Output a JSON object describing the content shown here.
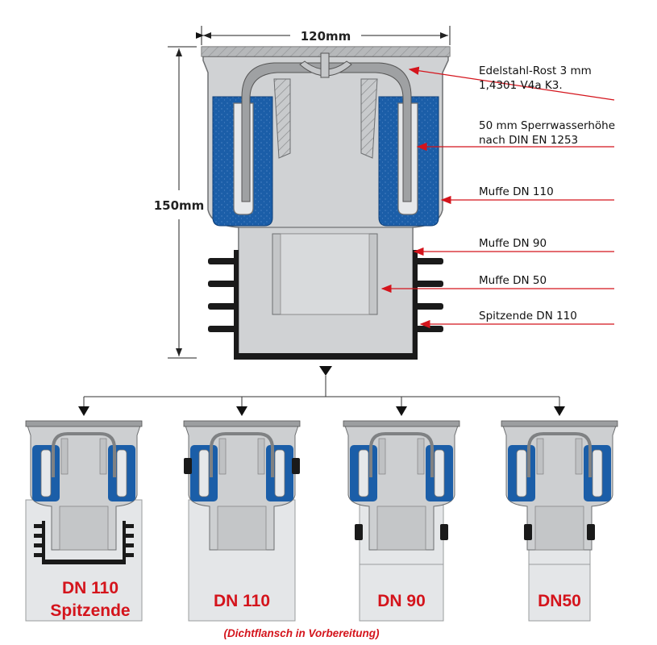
{
  "dimensions": {
    "width_label": "120mm",
    "height_label": "150mm"
  },
  "callouts": [
    {
      "lines": [
        "Edelstahl-Rost 3 mm",
        "1,4301  V4a K3."
      ]
    },
    {
      "lines": [
        "50 mm Sperrwasserhöhe",
        "nach DIN EN 1253"
      ]
    },
    {
      "lines": [
        "Muffe DN 110"
      ]
    },
    {
      "lines": [
        "Muffe DN 90"
      ]
    },
    {
      "lines": [
        "Muffe DN 50"
      ]
    },
    {
      "lines": [
        "Spitzende DN 110"
      ]
    }
  ],
  "variants": [
    {
      "lines": [
        "DN 110",
        "Spitzende"
      ]
    },
    {
      "lines": [
        "DN 110"
      ]
    },
    {
      "lines": [
        "DN 90"
      ]
    },
    {
      "lines": [
        "DN50"
      ]
    }
  ],
  "footnote": "(Dichtflansch in Vorbereitung)",
  "colors": {
    "water": "#1b5ea8",
    "body": "#cdcfd1",
    "body_stroke": "#6d6f71",
    "grate": "#9c9ea0",
    "seal": "#1a1a1a",
    "arrow": "#d4141c",
    "pipe": "#e4e6e8",
    "label": "#d4141c"
  }
}
